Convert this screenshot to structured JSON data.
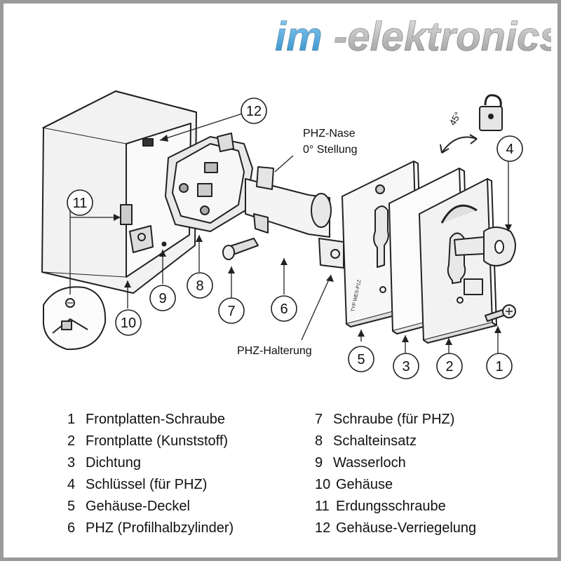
{
  "logo": {
    "part1": "im",
    "part2": "-elektronics",
    "color1": "#4aa3d8",
    "color2": "#b8b8b8"
  },
  "labels": {
    "phz_nase_line1": "PHZ-Nase",
    "phz_nase_line2": "0° Stellung",
    "phz_halterung": "PHZ-Halterung",
    "angle": "45°"
  },
  "callouts": [
    "1",
    "2",
    "3",
    "4",
    "5",
    "6",
    "7",
    "8",
    "9",
    "10",
    "11",
    "12"
  ],
  "legend_left": [
    {
      "num": "1",
      "text": "Frontplatten-Schraube"
    },
    {
      "num": "2",
      "text": "Frontplatte (Kunststoff)"
    },
    {
      "num": "3",
      "text": "Dichtung"
    },
    {
      "num": "4",
      "text": "Schlüssel (für PHZ)"
    },
    {
      "num": "5",
      "text": "Gehäuse-Deckel"
    },
    {
      "num": "6",
      "text": "PHZ (Profilhalbzylinder)"
    }
  ],
  "legend_right": [
    {
      "num": "7",
      "text": "Schraube (für PHZ)"
    },
    {
      "num": "8",
      "text": "Schalteinsatz"
    },
    {
      "num": "9",
      "text": "Wasserloch"
    },
    {
      "num": "10",
      "text": "Gehäuse"
    },
    {
      "num": "11",
      "text": "Erdungsschraube"
    },
    {
      "num": "12",
      "text": "Gehäuse-Verriegelung"
    }
  ],
  "plate_markings": {
    "cover": "TYP WES-P1Z"
  }
}
